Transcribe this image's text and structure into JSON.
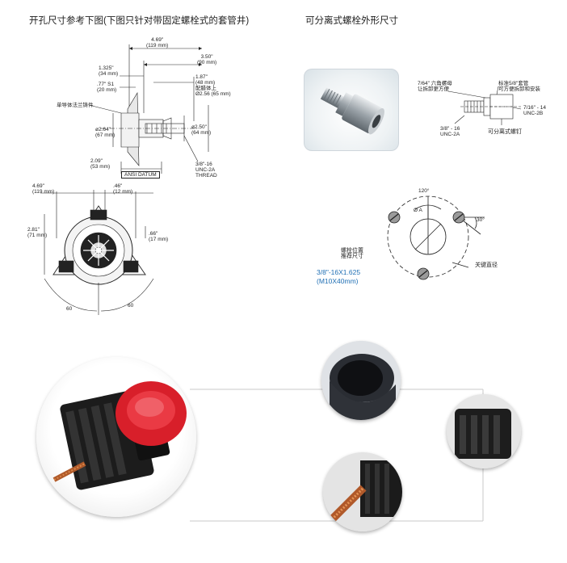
{
  "left_title": "开孔尺寸参考下图(下图只针对带固定螺栓式的套管井)",
  "right_title": "可分离式螺栓外形尺寸",
  "side_view": {
    "d_4_69": "4.69\"",
    "d_4_69_mm": "(119 mm)",
    "d_3_50": "3.50\"",
    "d_3_50_mm": "(90 mm)",
    "d_1_325": "1.325\"",
    "d_1_325_mm": "(34 mm)",
    "d_77": ".77\" S1",
    "d_77_mm": "(20 mm)",
    "d_1_87": "1.87\"",
    "d_1_87_mm": "(48 mm)",
    "d_mount": "配腊体上",
    "d_2_56": "Ø2.56 (65 mm)",
    "d_single_label": "单导体法兰铸件",
    "d_2_64": "ø2.64\"",
    "d_2_64_mm": "(67 mm)",
    "d_2_50": "ø2.50\"",
    "d_2_50_mm": "(64 mm)",
    "d_2_09": "2.09\"",
    "d_2_09_mm": "(53 mm)",
    "datum": "ANSI DATUM",
    "thread_1": "3/8\"-16",
    "thread_2": "UNC-2A",
    "thread_3": "THREAD"
  },
  "front_view": {
    "d_4_69": "4.69\"",
    "d_4_69_mm": "(119 mm)",
    "d_46": ".46\"",
    "d_46_mm": "(12 mm)",
    "d_2_81": "2.81\"",
    "d_2_81_mm": "(71 mm)",
    "d_66": ".66\"",
    "d_66_mm": "(17 mm)",
    "angle_left": "60",
    "angle_right": "60"
  },
  "bolt_diagram": {
    "hex_1": "7/64\" 六角螺母",
    "hex_2": "让拆卸更方便",
    "std_1": "标准5/8\"套管",
    "std_2": "可方便拆卸和安装",
    "unc2b_1": "7/16\" - 14",
    "unc2b_2": "UNC-2B",
    "unc2a_1": "3/8\" - 16",
    "unc2a_2": "UNC-2A",
    "bolt_label": "可分离式螺钉"
  },
  "pattern": {
    "angle_120": "120°",
    "dia_a": "Ø A",
    "angle_30": "30°",
    "pos_1": "螺栓位置",
    "pos_2": "推荐尺寸",
    "spec_1": "3/8\"-16X1.625",
    "spec_2": "(M10X40mm)",
    "key_dia": "关键直径"
  },
  "colors": {
    "accent_blue": "#1f6fb4",
    "cap_red": "#d81f2a",
    "dark_part": "#1c1c1c"
  }
}
